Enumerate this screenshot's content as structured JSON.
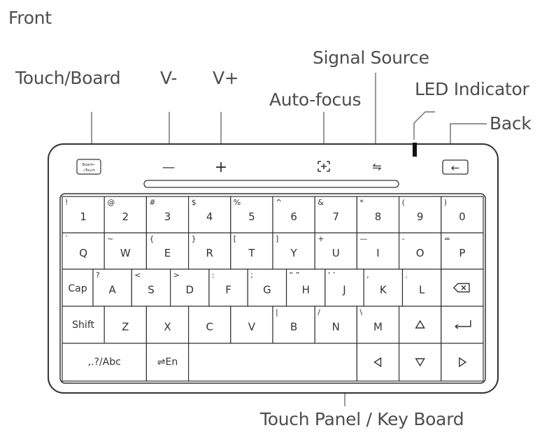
{
  "labels": {
    "front": "Front",
    "touch_board": "Touch/Board",
    "v_minus": "V-",
    "v_plus": "V+",
    "signal_source": "Signal Source",
    "auto_focus": "Auto-focus",
    "led_indicator": "LED Indicator",
    "back": "Back",
    "touch_panel": "Touch Panel / Key Board"
  },
  "top_buttons": {
    "board_label_line1": "Board←",
    "board_label_line2": "→Touch",
    "v_minus_glyph": "—",
    "v_plus_glyph": "+",
    "signal_glyph": "⇋",
    "back_glyph": "←"
  },
  "keys": {
    "row1": [
      {
        "sym": "!",
        "main": "1"
      },
      {
        "sym": "@",
        "main": "2"
      },
      {
        "sym": "#",
        "main": "3"
      },
      {
        "sym": "$",
        "main": "4"
      },
      {
        "sym": "%",
        "main": "5"
      },
      {
        "sym": "^",
        "main": "6"
      },
      {
        "sym": "&",
        "main": "7"
      },
      {
        "sym": "*",
        "main": "8"
      },
      {
        "sym": "(",
        "main": "9"
      },
      {
        "sym": ")",
        "main": "0"
      }
    ],
    "row2": [
      {
        "sym": "`",
        "main": "Q"
      },
      {
        "sym": "~",
        "main": "W"
      },
      {
        "sym": "{",
        "main": "E"
      },
      {
        "sym": "}",
        "main": "R"
      },
      {
        "sym": "[",
        "main": "T"
      },
      {
        "sym": "]",
        "main": "Y"
      },
      {
        "sym": "+",
        "main": "U"
      },
      {
        "sym": "—",
        "main": "I"
      },
      {
        "sym": "-",
        "main": "O"
      },
      {
        "sym": "=",
        "main": "P"
      }
    ],
    "row3_first": "Cap",
    "row3": [
      {
        "sym": "?",
        "main": "A"
      },
      {
        "sym": "<",
        "main": "S"
      },
      {
        "sym": ">",
        "main": "D"
      },
      {
        "sym": ":",
        "main": "F"
      },
      {
        "sym": ";",
        "main": "G"
      },
      {
        "sym": "“ ”",
        "main": "H"
      },
      {
        "sym": "‘ ’",
        "main": "J"
      },
      {
        "sym": ",",
        "main": "K"
      },
      {
        "sym": ".",
        "main": "L"
      }
    ],
    "row4_first": "Shift",
    "row4": [
      {
        "sym": "",
        "main": "Z"
      },
      {
        "sym": "",
        "main": "X"
      },
      {
        "sym": "",
        "main": "C"
      },
      {
        "sym": "",
        "main": "V"
      },
      {
        "sym": "|",
        "main": "B"
      },
      {
        "sym": "/",
        "main": "N"
      },
      {
        "sym": "\\",
        "main": "M"
      }
    ],
    "row5_punct": ",.?/Abc",
    "row5_lang": "⇌En"
  }
}
